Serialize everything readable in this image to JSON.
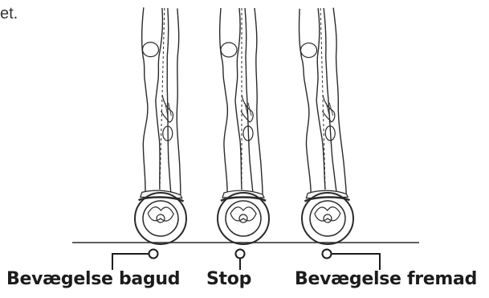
{
  "text_fragment": "et.",
  "labels": {
    "backward": "Bevægelse bagud",
    "stop": "Stop",
    "forward": "Bevægelse fremad"
  },
  "figures": [
    {
      "name": "rider-backward",
      "lean": "backward"
    },
    {
      "name": "rider-stop",
      "lean": "upright"
    },
    {
      "name": "rider-forward",
      "lean": "forward"
    }
  ],
  "colors": {
    "line": "#2a2a2a",
    "text": "#1c1c1c"
  }
}
